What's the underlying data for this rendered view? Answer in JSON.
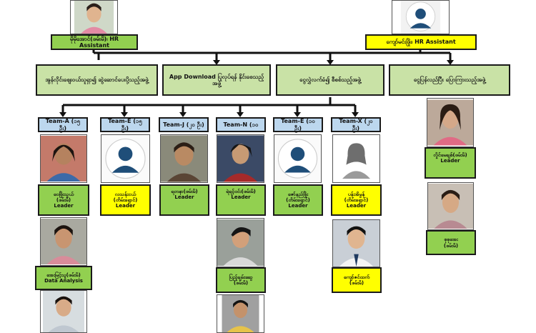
{
  "managers": [
    {
      "label": "မိုမိုအောင်(ဖမ်းမိ)၊ HR Assistant",
      "photo": "woman-photo"
    },
    {
      "label": "ကျော်မင်းဖြိုး၊ HR Assistant",
      "photo": "placeholder-man-avatar"
    }
  ],
  "departments": [
    {
      "text": "အွန်လိုင်းဈေးဝယ်သူရှာ၍ ဆွဲဆောင်ပေးပို့သည့်အဖွဲ့"
    },
    {
      "text": "App Download ပြုလုပ်ရန် နိုင်းစေသည့်အဖွဲ့"
    },
    {
      "text": "ငွေလွှဲလက်ခံ၍ စီစစ်သည့်အဖွဲ့"
    },
    {
      "text": "ငွေပြန်လည်ပြီး ပြောကြားသည့်အဖွဲ့"
    }
  ],
  "teams": [
    {
      "name": "Team-A (၁၅ ဦး)"
    },
    {
      "name": "Team-E (၁၅ ဦး)"
    },
    {
      "name": "Team-J (၂၀ ဦး)"
    },
    {
      "name": "Team-N (၁၀"
    },
    {
      "name": "Team-E (၁၀ ဦး)"
    },
    {
      "name": "Team-X (၂၀ ဦး)"
    }
  ],
  "members": [
    {
      "line1": "ဝေဖြိုးသွယ်",
      "line2": "(ဖမ်းမိ)",
      "role": "Leader",
      "color": "#92d050",
      "photo": "woman-photo"
    },
    {
      "line1": "အေးမြင့်သူ(ဖမ်းမိ)",
      "line2": "",
      "role": "Data Analysis",
      "color": "#92d050",
      "photo": "woman-photo"
    },
    {
      "line1": "လသန်းငယ်",
      "line2": "(တိမ်းရှောင်)",
      "role": "Leader",
      "color": "#ffff00",
      "photo": "placeholder-man-avatar"
    },
    {
      "line1": "ရတနာ(ဖမ်းမိ)",
      "line2": "",
      "role": "Leader",
      "color": "#92d050",
      "photo": "woman-photo"
    },
    {
      "line1": "ရဲရင့်ဝင်း(ဖမ်းမိ)",
      "line2": "",
      "role": "Leader",
      "color": "#92d050",
      "photo": "man-photo"
    },
    {
      "line1": "ပြည့်ချမ်းဆွေ",
      "line2": "(ဖမ်းမိ)",
      "role": "",
      "color": "#92d050",
      "photo": "man-photo"
    },
    {
      "line1": "ဇော်နည်ဖြိုး",
      "line2": "(တိမ်းရှောင်)",
      "role": "Leader",
      "color": "#92d050",
      "photo": "placeholder-man-avatar"
    },
    {
      "line1": "ပန်းအိမွန်",
      "line2": "(တိမ်းရှောင်)",
      "role": "Leader",
      "color": "#ffff00",
      "photo": "placeholder-woman-avatar"
    },
    {
      "line1": "ကျော်ဇင်ထက်",
      "line2": "(ဖမ်းမိ)",
      "role": "",
      "color": "#ffff00",
      "photo": "man-photo"
    },
    {
      "line1": "လှိုင်မေချစ်(ဖမ်းမိ)",
      "line2": "",
      "role": "Leader",
      "color": "#92d050",
      "photo": "woman-photo"
    },
    {
      "line1": "စုစုအေး",
      "line2": "(ဖမ်းမိ)",
      "role": "",
      "color": "#92d050",
      "photo": "woman-photo"
    }
  ]
}
